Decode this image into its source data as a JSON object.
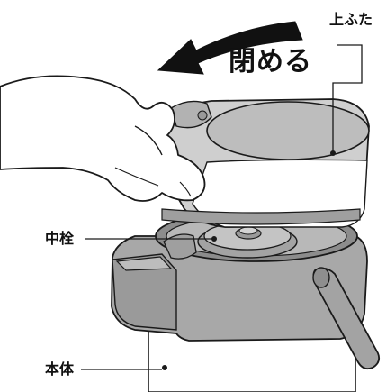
{
  "labels": {
    "lid": "上ふた",
    "action": "閉める",
    "inner_plug": "中栓",
    "body": "本体"
  },
  "colors": {
    "outline": "#1a1a1a",
    "lid_gray": "#c9c9c9",
    "lid_dark": "#9c9c9c",
    "body_gray": "#a8a8a8",
    "body_dark": "#8a8a8a",
    "arrow": "#111111",
    "hand_fill": "#ffffff"
  },
  "icons": {
    "arrow": "curved-arrow-left-icon"
  }
}
